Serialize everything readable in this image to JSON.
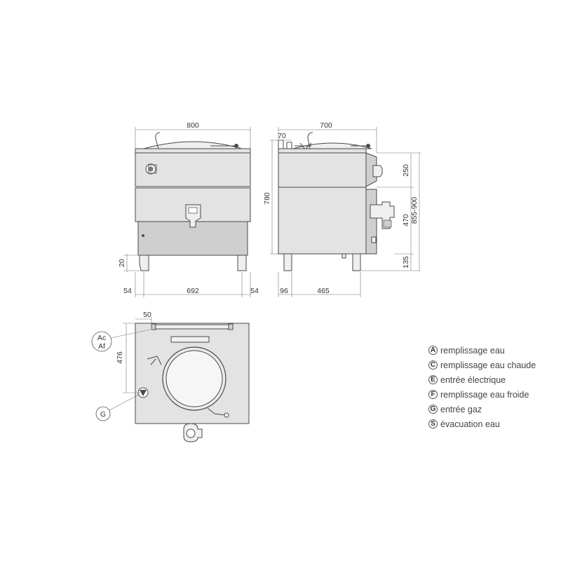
{
  "front_view": {
    "width_label": "800",
    "height_offset_label": "20",
    "leg_left_label": "54",
    "leg_span_label": "692",
    "leg_right_label": "54"
  },
  "side_view": {
    "depth_label": "700",
    "rear_label": "70",
    "height_label": "780",
    "upper_label": "250",
    "middle_label": "470",
    "lower_label": "135",
    "total_height_label": "855-900",
    "rear_offset_label": "96",
    "leg_span_label": "465"
  },
  "top_view": {
    "offset_label": "50",
    "depth_label": "476",
    "callout_water": "Ac\nAf",
    "callout_water_line1": "Ac",
    "callout_water_line2": "Af",
    "callout_gas": "G"
  },
  "legend": [
    {
      "letter": "A",
      "text": "remplissage eau"
    },
    {
      "letter": "C",
      "text": "remplissage eau chaude"
    },
    {
      "letter": "E",
      "text": "entrée électrique"
    },
    {
      "letter": "F",
      "text": "remplissage eau froide"
    },
    {
      "letter": "G",
      "text": "entrée gaz"
    },
    {
      "letter": "S",
      "text": "évacuation eau"
    }
  ]
}
